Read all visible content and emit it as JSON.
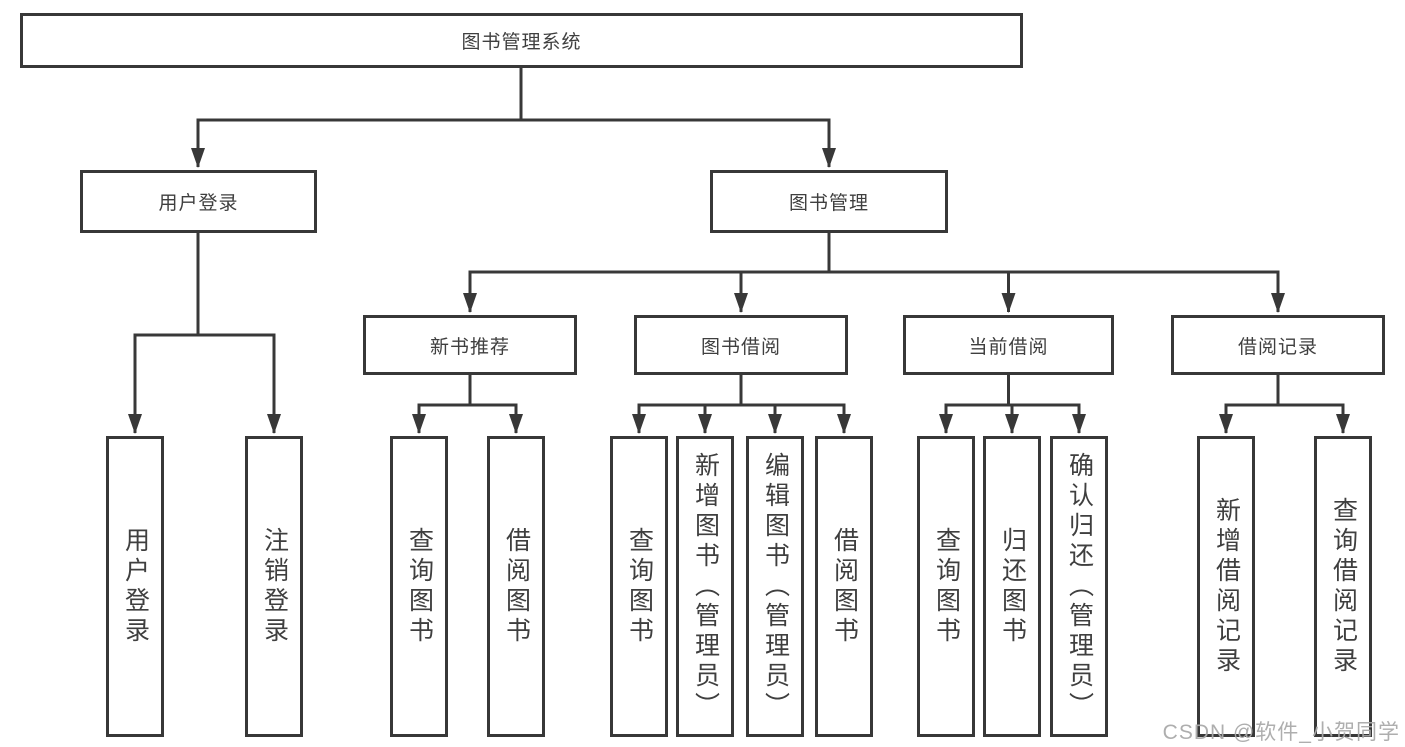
{
  "diagram": {
    "title": "图书管理系统",
    "root": {
      "label": "图书管理系统"
    },
    "level2": [
      {
        "id": "user-login",
        "label": "用户登录"
      },
      {
        "id": "book-management",
        "label": "图书管理"
      }
    ],
    "level3": [
      {
        "id": "new-book-recommend",
        "label": "新书推荐"
      },
      {
        "id": "book-borrow",
        "label": "图书借阅"
      },
      {
        "id": "current-borrow",
        "label": "当前借阅"
      },
      {
        "id": "borrow-records",
        "label": "借阅记录"
      }
    ],
    "leaves": {
      "user_login": [
        "用户登录",
        "注销登录"
      ],
      "new_book_recommend": [
        "查询图书",
        "借阅图书"
      ],
      "book_borrow": [
        "查询图书",
        "新增图书（管理员）",
        "编辑图书（管理员）",
        "借阅图书"
      ],
      "current_borrow": [
        "查询图书",
        "归还图书",
        "确认归还（管理员）"
      ],
      "borrow_records": [
        "新增借阅记录",
        "查询借阅记录"
      ]
    }
  },
  "watermark": "CSDN @软件_小贺同学",
  "colors": {
    "line": "#383838",
    "border": "#383838",
    "text": "#3f3f3f",
    "background": "#ffffff",
    "watermark": "#aaaaaa"
  }
}
